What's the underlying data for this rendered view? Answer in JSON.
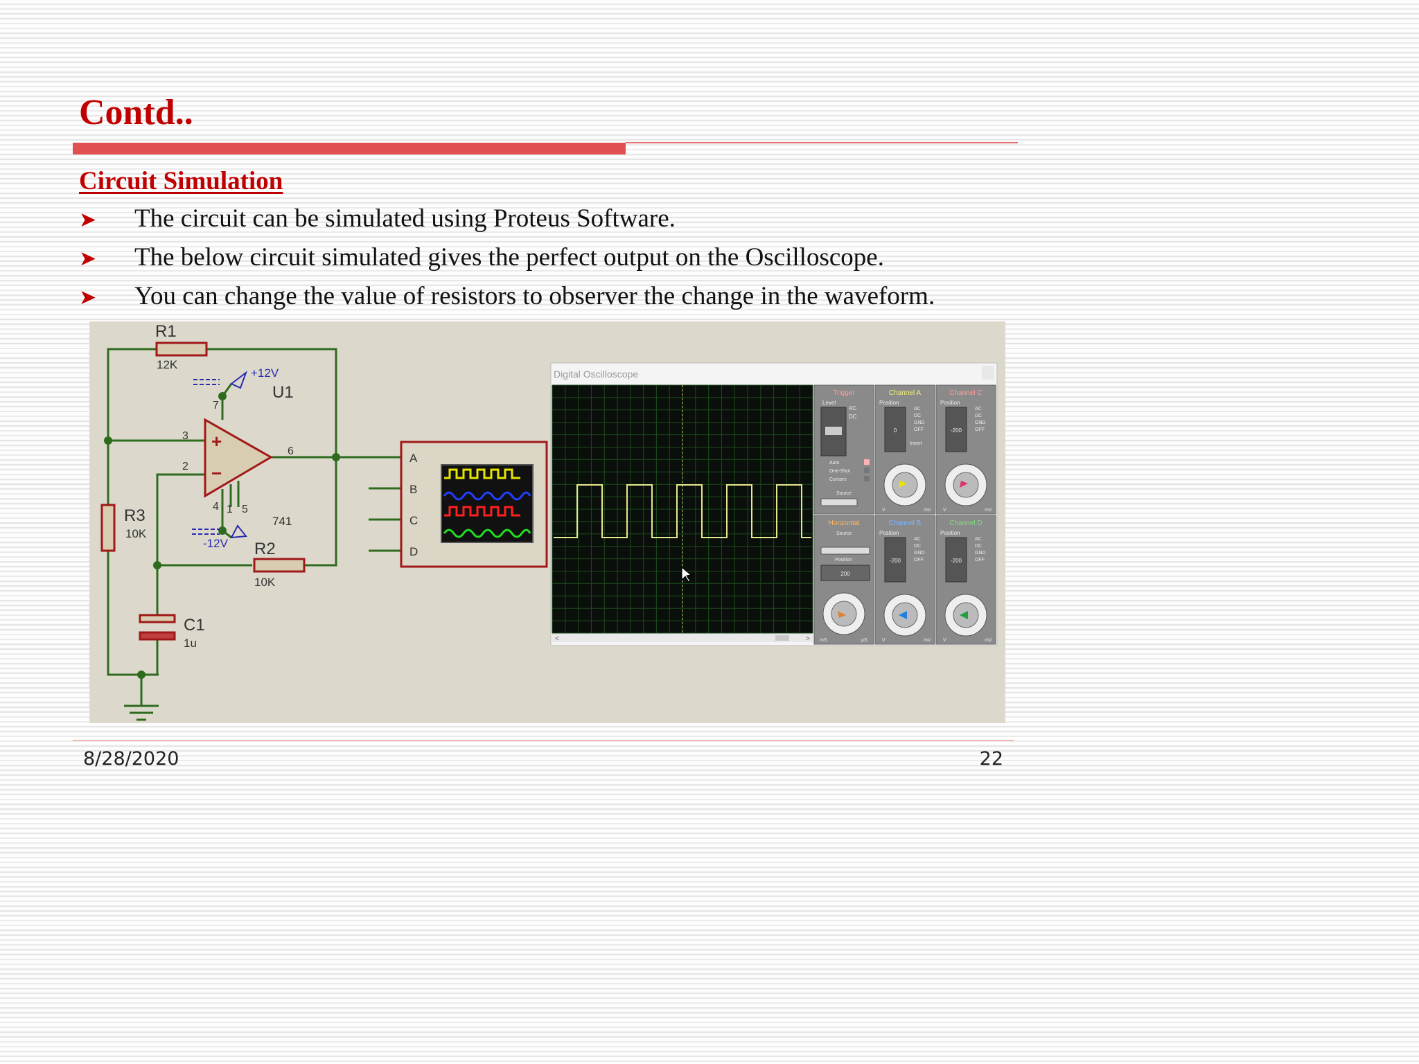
{
  "slide": {
    "title": "Contd..",
    "subheading": "Circuit Simulation",
    "bullets": [
      "The circuit can be simulated using Proteus Software.",
      "The below circuit simulated gives the perfect output on the Oscilloscope.",
      "You can change the value of resistors to observer the change in the waveform."
    ],
    "bullet_icon": "arrow-bullet-icon",
    "accent_color": "#c00000"
  },
  "circuit": {
    "r1_label": "R1",
    "r1_value": "12K",
    "r2_label": "R2",
    "r2_value": "10K",
    "r3_label": "R3",
    "r3_value": "10K",
    "c1_label": "C1",
    "c1_value": "1u",
    "opamp_label": "U1",
    "opamp_part": "741",
    "vpos": "+12V",
    "vneg": "-12V",
    "pins": {
      "p3": "3",
      "p2": "2",
      "p6": "6",
      "p7": "7",
      "p4": "4",
      "p1": "1",
      "p5": "5"
    },
    "plus": "+",
    "minus": "−",
    "scope_channels": [
      "A",
      "B",
      "C",
      "D"
    ],
    "wire_color": "#2e6b1e",
    "component_color": "#a01818"
  },
  "oscilloscope": {
    "window_title": "Digital Oscilloscope",
    "panels": [
      "Trigger",
      "Channel A",
      "Channel C",
      "Horizontal",
      "Channel B",
      "Channel D"
    ],
    "trigger_options": [
      "Auto",
      "One-Shot",
      "Cursors"
    ],
    "coupling_options": [
      "AC",
      "DC",
      "GND",
      "OFF"
    ],
    "section_labels": {
      "level": "Level",
      "position": "Position",
      "source": "Source",
      "invert": "Invert"
    },
    "position_values": {
      "a": "0",
      "c": "-200",
      "b": "-200",
      "d": "-200",
      "h": "200"
    },
    "units": {
      "v": "V",
      "mv": "mV",
      "ms": "mS",
      "us": "μS"
    },
    "trace_color": "#e8e890"
  },
  "footer": {
    "date": "8/28/2020",
    "page": "22"
  }
}
